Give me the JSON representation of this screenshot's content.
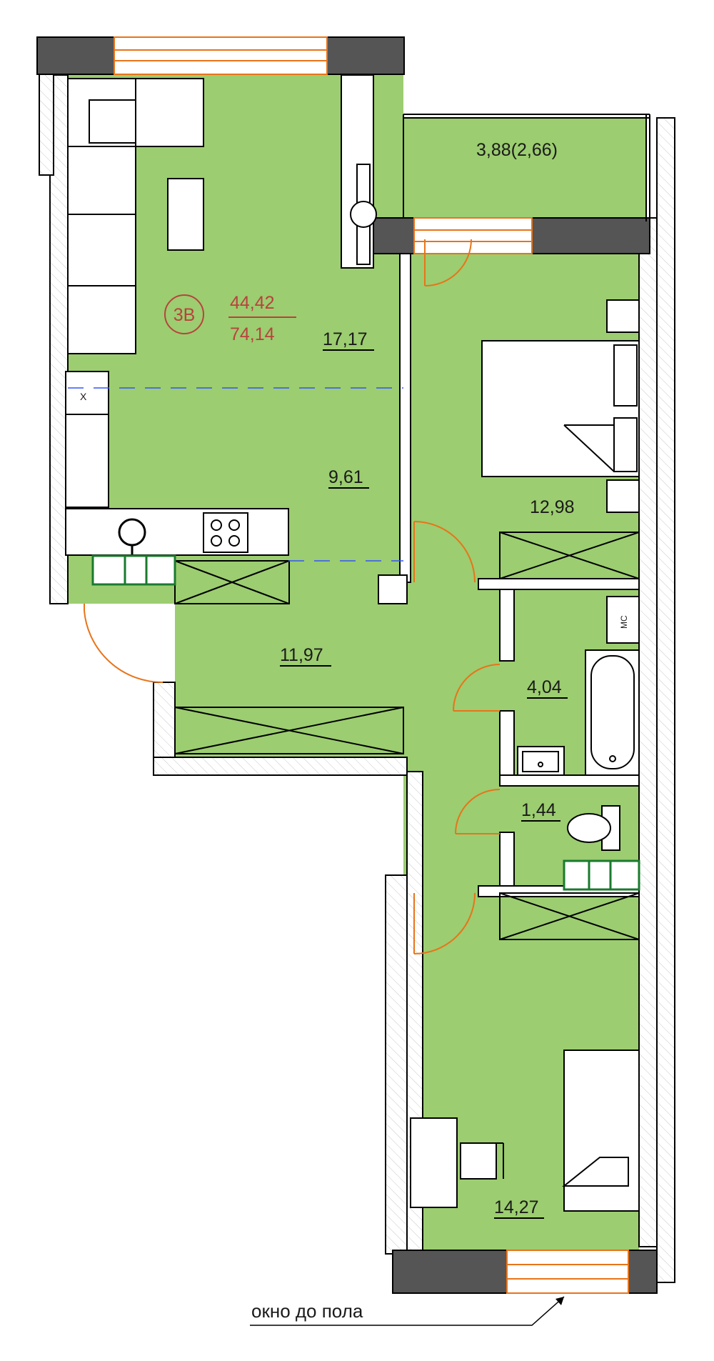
{
  "apartment": {
    "type_code": "3В",
    "living_area": "44,42",
    "total_area": "74,14"
  },
  "rooms": {
    "living_room": "17,17",
    "kitchen": "9,61",
    "hallway": "11,97",
    "balcony": "3,88(2,66)",
    "bedroom_1": "12,98",
    "bathroom": "4,04",
    "toilet": "1,44",
    "bedroom_2": "14,27"
  },
  "fixture_labels": {
    "washer": "МС",
    "cabinet_mark": "Х"
  },
  "notes": {
    "floor_window": "окно до пола"
  },
  "colors": {
    "floor": "#9ccd70",
    "wall": "#000000",
    "column": "#555555",
    "window": "#e8741a",
    "door_swing": "#e8741a",
    "radiator": "#1a7a2e",
    "badge": "#b8433d"
  }
}
